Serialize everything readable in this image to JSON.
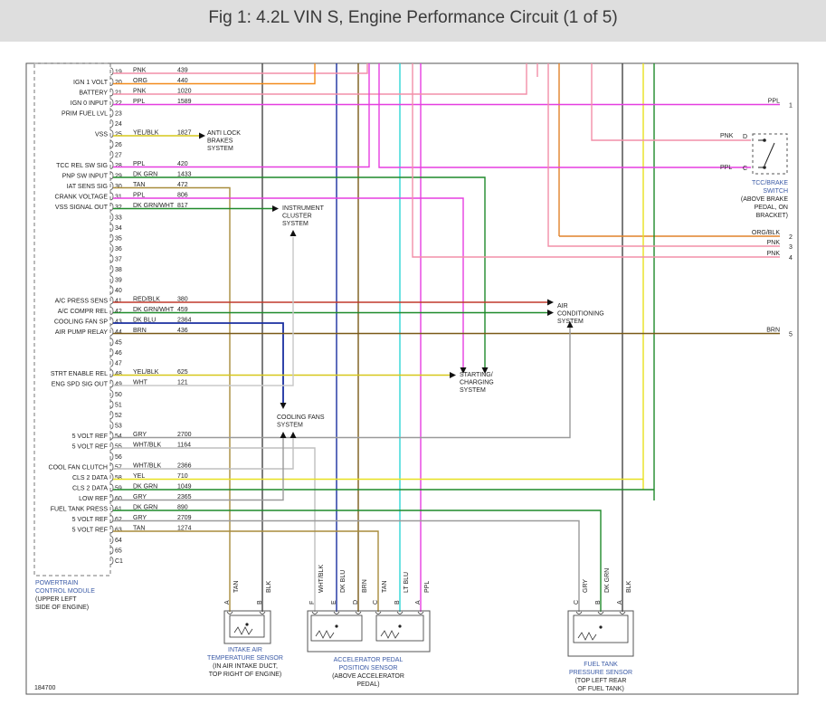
{
  "header": {
    "title": "Fig 1: 4.2L VIN S, Engine Performance Circuit (1 of 5)"
  },
  "figure_id": "184700",
  "colors": {
    "PNK": "#f28fa8",
    "ORG": "#f28b1c",
    "PPL": "#e63ee0",
    "YEL/BLK": "#d6c71a",
    "TAN": "#a88c3c",
    "DK GRN": "#1f8a2a",
    "DK GRN/WHT": "#1f8a2a",
    "RED/BLK": "#c0392b",
    "DK BLU": "#1a2fa0",
    "BRN": "#7a5a18",
    "WHT": "#c8c8c8",
    "GRY": "#9a9a9a",
    "WHT/BLK": "#bfbfbf",
    "YEL": "#e8e020",
    "LT BLU": "#2fd6d6",
    "BLK": "#444444",
    "ORG/BLK": "#e0822a"
  },
  "pcm": {
    "labels": [
      "POWERTRAIN",
      "CONTROL MODULE",
      "(UPPER LEFT",
      "SIDE OF ENGINE)"
    ],
    "pins": [
      {
        "pin": "19",
        "name": "",
        "color": "PNK",
        "circuit": "439"
      },
      {
        "pin": "20",
        "name": "IGN 1 VOLT",
        "color": "ORG",
        "circuit": "440"
      },
      {
        "pin": "21",
        "name": "BATTERY",
        "color": "PNK",
        "circuit": "1020"
      },
      {
        "pin": "22",
        "name": "IGN 0 INPUT",
        "color": "PPL",
        "circuit": "1589"
      },
      {
        "pin": "23",
        "name": "PRIM FUEL LVL",
        "color": "",
        "circuit": ""
      },
      {
        "pin": "24",
        "name": "",
        "color": "",
        "circuit": ""
      },
      {
        "pin": "25",
        "name": "VSS",
        "color": "YEL/BLK",
        "circuit": "1827"
      },
      {
        "pin": "26",
        "name": "",
        "color": "",
        "circuit": ""
      },
      {
        "pin": "27",
        "name": "",
        "color": "",
        "circuit": ""
      },
      {
        "pin": "28",
        "name": "TCC REL SW SIG",
        "color": "PPL",
        "circuit": "420"
      },
      {
        "pin": "29",
        "name": "PNP SW INPUT",
        "color": "DK GRN",
        "circuit": "1433"
      },
      {
        "pin": "30",
        "name": "IAT SENS SIG",
        "color": "TAN",
        "circuit": "472"
      },
      {
        "pin": "31",
        "name": "CRANK VOLTAGE",
        "color": "PPL",
        "circuit": "806"
      },
      {
        "pin": "32",
        "name": "VSS SIGNAL OUT",
        "color": "DK GRN/WHT",
        "circuit": "817"
      },
      {
        "pin": "33",
        "name": "",
        "color": "",
        "circuit": ""
      },
      {
        "pin": "34",
        "name": "",
        "color": "",
        "circuit": ""
      },
      {
        "pin": "35",
        "name": "",
        "color": "",
        "circuit": ""
      },
      {
        "pin": "36",
        "name": "",
        "color": "",
        "circuit": ""
      },
      {
        "pin": "37",
        "name": "",
        "color": "",
        "circuit": ""
      },
      {
        "pin": "38",
        "name": "",
        "color": "",
        "circuit": ""
      },
      {
        "pin": "39",
        "name": "",
        "color": "",
        "circuit": ""
      },
      {
        "pin": "40",
        "name": "",
        "color": "",
        "circuit": ""
      },
      {
        "pin": "41",
        "name": "A/C PRESS SENS",
        "color": "RED/BLK",
        "circuit": "380"
      },
      {
        "pin": "42",
        "name": "A/C COMPR REL",
        "color": "DK GRN/WHT",
        "circuit": "459"
      },
      {
        "pin": "43",
        "name": "COOLING FAN SP",
        "color": "DK BLU",
        "circuit": "2364"
      },
      {
        "pin": "44",
        "name": "AIR PUMP RELAY",
        "color": "BRN",
        "circuit": "436"
      },
      {
        "pin": "45",
        "name": "",
        "color": "",
        "circuit": ""
      },
      {
        "pin": "46",
        "name": "",
        "color": "",
        "circuit": ""
      },
      {
        "pin": "47",
        "name": "",
        "color": "",
        "circuit": ""
      },
      {
        "pin": "48",
        "name": "STRT ENABLE REL",
        "color": "YEL/BLK",
        "circuit": "625"
      },
      {
        "pin": "49",
        "name": "ENG SPD SIG OUT",
        "color": "WHT",
        "circuit": "121"
      },
      {
        "pin": "50",
        "name": "",
        "color": "",
        "circuit": ""
      },
      {
        "pin": "51",
        "name": "",
        "color": "",
        "circuit": ""
      },
      {
        "pin": "52",
        "name": "",
        "color": "",
        "circuit": ""
      },
      {
        "pin": "53",
        "name": "",
        "color": "",
        "circuit": ""
      },
      {
        "pin": "54",
        "name": "5 VOLT REF",
        "color": "GRY",
        "circuit": "2700"
      },
      {
        "pin": "55",
        "name": "5 VOLT REF",
        "color": "WHT/BLK",
        "circuit": "1164"
      },
      {
        "pin": "56",
        "name": "",
        "color": "",
        "circuit": ""
      },
      {
        "pin": "57",
        "name": "COOL FAN CLUTCH",
        "color": "WHT/BLK",
        "circuit": "2366"
      },
      {
        "pin": "58",
        "name": "CLS 2 DATA",
        "color": "YEL",
        "circuit": "710"
      },
      {
        "pin": "59",
        "name": "CLS 2 DATA",
        "color": "DK GRN",
        "circuit": "1049"
      },
      {
        "pin": "60",
        "name": "LOW REF",
        "color": "GRY",
        "circuit": "2365"
      },
      {
        "pin": "61",
        "name": "FUEL TANK PRESS",
        "color": "DK GRN",
        "circuit": "890"
      },
      {
        "pin": "62",
        "name": "5 VOLT REF",
        "color": "GRY",
        "circuit": "2709"
      },
      {
        "pin": "63",
        "name": "5 VOLT REF",
        "color": "TAN",
        "circuit": "1274"
      },
      {
        "pin": "64",
        "name": "",
        "color": "",
        "circuit": ""
      },
      {
        "pin": "65",
        "name": "",
        "color": "",
        "circuit": ""
      },
      {
        "pin": "C1",
        "name": "",
        "color": "",
        "circuit": ""
      }
    ]
  },
  "systems": {
    "abs": [
      "ANTI LOCK",
      "BRAKES",
      "SYSTEM"
    ],
    "cluster": [
      "INSTRUMENT",
      "CLUSTER",
      "SYSTEM"
    ],
    "ac": [
      "AIR",
      "CONDITIONING",
      "SYSTEM"
    ],
    "starting": [
      "STARTING/",
      "CHARGING",
      "SYSTEM"
    ],
    "fans": [
      "COOLING FANS",
      "SYSTEM"
    ]
  },
  "tcc_switch": {
    "label": [
      "TCC/BRAKE",
      "SWITCH"
    ],
    "location": [
      "(ABOVE BRAKE",
      "PEDAL, ON",
      "BRACKET)"
    ],
    "pins": [
      {
        "pin": "D",
        "color": "PNK"
      },
      {
        "pin": "C",
        "color": "PPL"
      }
    ]
  },
  "right_edge": [
    {
      "color": "PPL",
      "ref": "1"
    },
    {
      "color": "ORG/BLK",
      "ref": "2"
    },
    {
      "color": "PNK",
      "ref": "3"
    },
    {
      "color": "PNK",
      "ref": "4"
    },
    {
      "color": "BRN",
      "ref": "5"
    }
  ],
  "sensors": {
    "iat": {
      "label": [
        "INTAKE AIR",
        "TEMPERATURE SENSOR"
      ],
      "location": [
        "(IN AIR INTAKE DUCT,",
        "TOP RIGHT OF ENGINE)"
      ],
      "pins": [
        {
          "pin": "A",
          "color": "TAN"
        },
        {
          "pin": "B",
          "color": "BLK"
        }
      ]
    },
    "app": {
      "label": [
        "ACCELERATOR PEDAL",
        "POSITION SENSOR"
      ],
      "location": [
        "(ABOVE ACCELERATOR",
        "PEDAL)"
      ],
      "pins": [
        {
          "pin": "F",
          "color": "WHT/BLK"
        },
        {
          "pin": "E",
          "color": "DK BLU"
        },
        {
          "pin": "D",
          "color": "BRN"
        },
        {
          "pin": "C",
          "color": "TAN"
        },
        {
          "pin": "B",
          "color": "LT BLU"
        },
        {
          "pin": "A",
          "color": "PPL"
        }
      ]
    },
    "ftp": {
      "label": [
        "FUEL TANK",
        "PRESSURE SENSOR"
      ],
      "location": [
        "(TOP LEFT REAR",
        "OF FUEL TANK)"
      ],
      "pins": [
        {
          "pin": "C",
          "color": "GRY"
        },
        {
          "pin": "B",
          "color": "DK GRN"
        },
        {
          "pin": "A",
          "color": "BLK"
        }
      ]
    }
  }
}
